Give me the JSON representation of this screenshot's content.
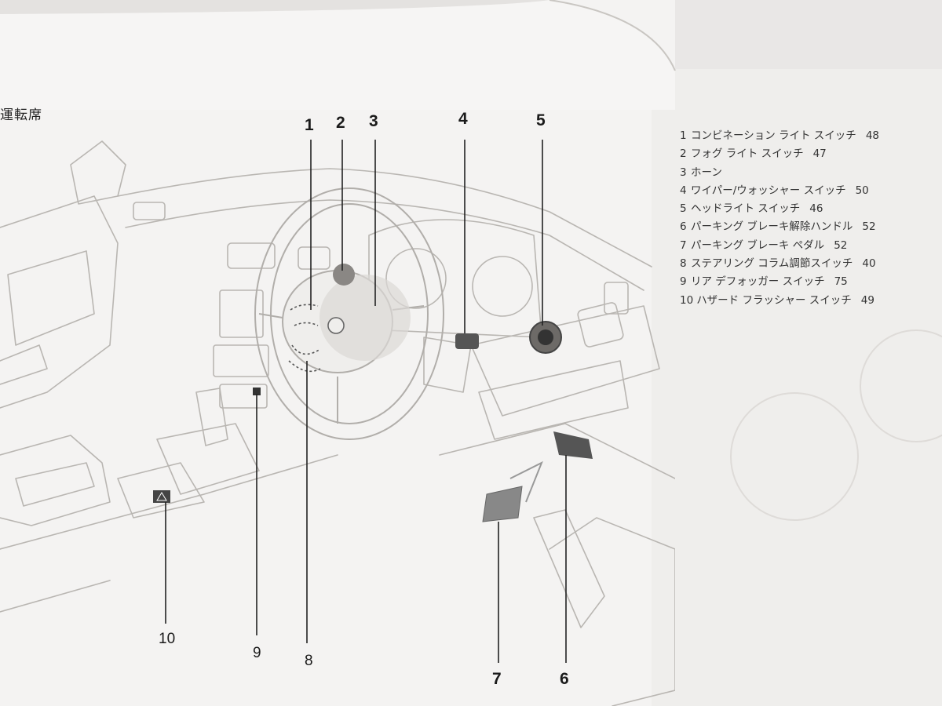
{
  "header": {
    "section_title": "運転席"
  },
  "callouts": [
    {
      "id": "1",
      "label": "1"
    },
    {
      "id": "2",
      "label": "2"
    },
    {
      "id": "3",
      "label": "3"
    },
    {
      "id": "4",
      "label": "4"
    },
    {
      "id": "5",
      "label": "5"
    },
    {
      "id": "6",
      "label": "6"
    },
    {
      "id": "7",
      "label": "7"
    },
    {
      "id": "8",
      "label": "8"
    },
    {
      "id": "9",
      "label": "9"
    },
    {
      "id": "10",
      "label": "10"
    }
  ],
  "legend": [
    {
      "num": "1",
      "text": "コンビネーション ライト スイッチ",
      "page": "48"
    },
    {
      "num": "2",
      "text": "フォグ ライト スイッチ",
      "page": "47"
    },
    {
      "num": "3",
      "text": "ホーン",
      "page": ""
    },
    {
      "num": "4",
      "text": "ワイパー/ウォッシャー スイッチ",
      "page": "50"
    },
    {
      "num": "5",
      "text": "ヘッドライト スイッチ",
      "page": "46"
    },
    {
      "num": "6",
      "text": "パーキング ブレーキ解除ハンドル",
      "page": "52"
    },
    {
      "num": "7",
      "text": "パーキング ブレーキ ペダル",
      "page": "52"
    },
    {
      "num": "8",
      "text": "ステアリング コラム調節スイッチ",
      "page": "40"
    },
    {
      "num": "9",
      "text": "リア デフォッガー スイッチ",
      "page": "75"
    },
    {
      "num": "10",
      "text": "ハザード フラッシャー スイッチ",
      "page": "49"
    }
  ]
}
